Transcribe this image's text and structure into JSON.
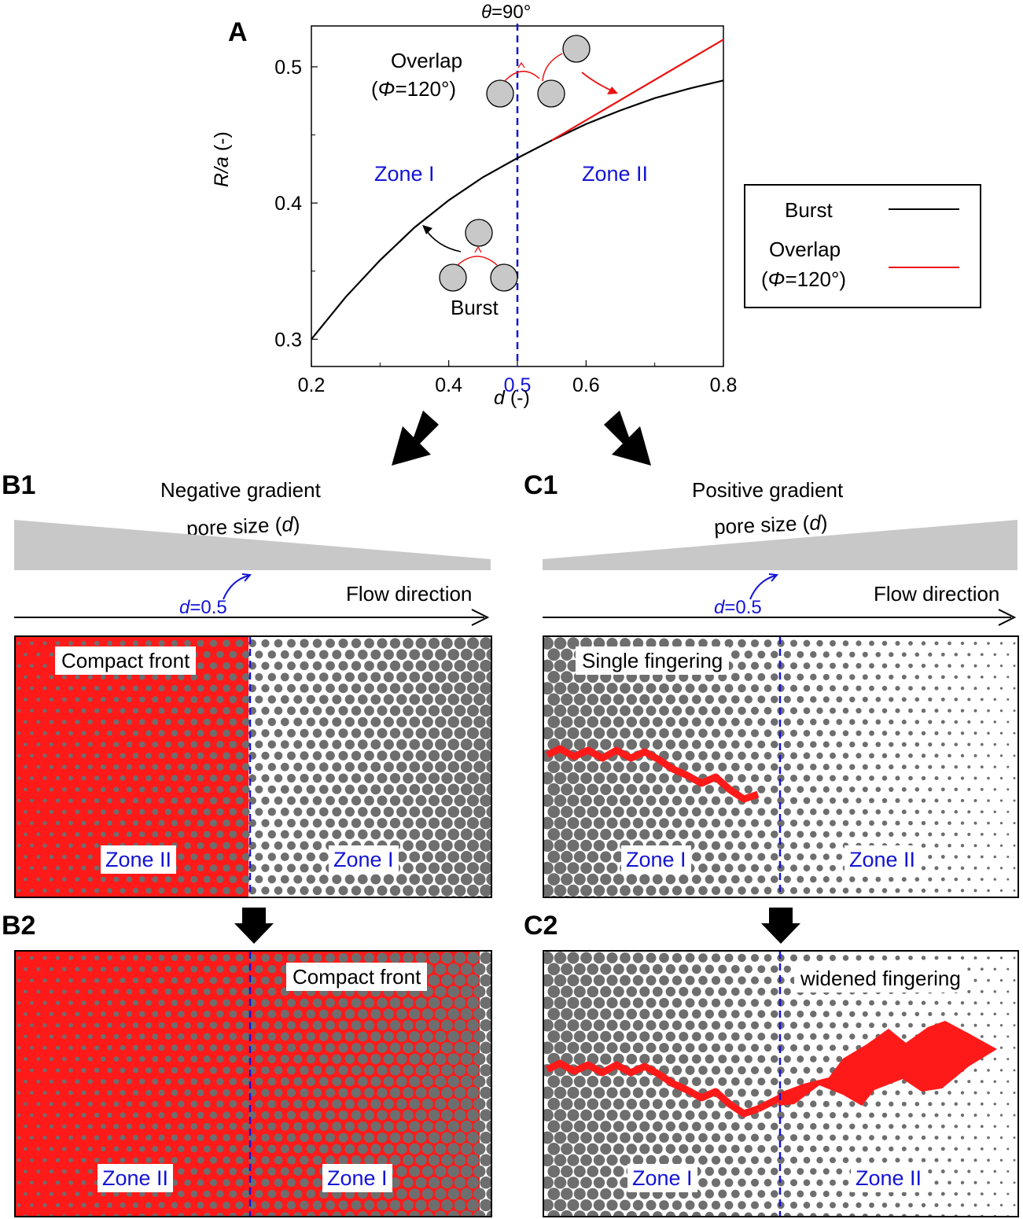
{
  "panels": {
    "A": "A",
    "B1": "B1",
    "B2": "B2",
    "C1": "C1",
    "C2": "C2"
  },
  "chart_data": {
    "type": "line",
    "xlabel_var": "d",
    "xlabel_unit": " (-)",
    "ylabel_var": "R/a",
    "ylabel_unit": " (-)",
    "xlim": [
      0.2,
      0.8
    ],
    "ylim": [
      0.28,
      0.53
    ],
    "x_ticks": [
      "0.2",
      "0.4",
      "0.5",
      "0.6",
      "0.8"
    ],
    "y_ticks": [
      "0.3",
      "0.4",
      "0.5"
    ],
    "vline": {
      "x": 0.5,
      "label": "θ=90°",
      "color": "#1414d6"
    },
    "zones": [
      "Zone I",
      "Zone II"
    ],
    "series": [
      {
        "name": "Burst",
        "color": "#000000",
        "x": [
          0.2,
          0.25,
          0.3,
          0.35,
          0.4,
          0.45,
          0.5,
          0.55,
          0.6,
          0.65,
          0.7,
          0.75,
          0.8
        ],
        "y": [
          0.3,
          0.331,
          0.358,
          0.382,
          0.402,
          0.419,
          0.433,
          0.446,
          0.458,
          0.468,
          0.477,
          0.484,
          0.49
        ]
      },
      {
        "name": "Overlap (Φ=120°)",
        "color": "#ee1111",
        "x": [
          0.55,
          0.8
        ],
        "y": [
          0.446,
          0.52
        ]
      }
    ],
    "annotations": {
      "overlap_line1": "Overlap",
      "overlap_line2": "(Φ=120°)",
      "burst": "Burst"
    },
    "legend": {
      "placement": "right",
      "burst": "Burst",
      "overlap_line1": "Overlap",
      "overlap_line2": "(Φ=120°)"
    }
  },
  "B1": {
    "title1": "Negative gradient",
    "title2": "pore size (d)",
    "flow": "Flow direction",
    "marker": "d=0.5",
    "front": "Compact front",
    "zone_left": "Zone II",
    "zone_right": "Zone I"
  },
  "B2": {
    "front": "Compact front",
    "zone_left": "Zone II",
    "zone_right": "Zone I"
  },
  "C1": {
    "title1": "Positive gradient",
    "title2": "pore size (d)",
    "flow": "Flow direction",
    "marker": "d=0.5",
    "finger": "Single fingering",
    "zone_left": "Zone I",
    "zone_right": "Zone II"
  },
  "C2": {
    "finger": "widened fingering",
    "zone_left": "Zone I",
    "zone_right": "Zone II"
  },
  "colors": {
    "invaded": "#ff1a1a",
    "grain": "#6e6e6e",
    "threshold": "#1414d6",
    "wedge": "#c8c8c8"
  }
}
